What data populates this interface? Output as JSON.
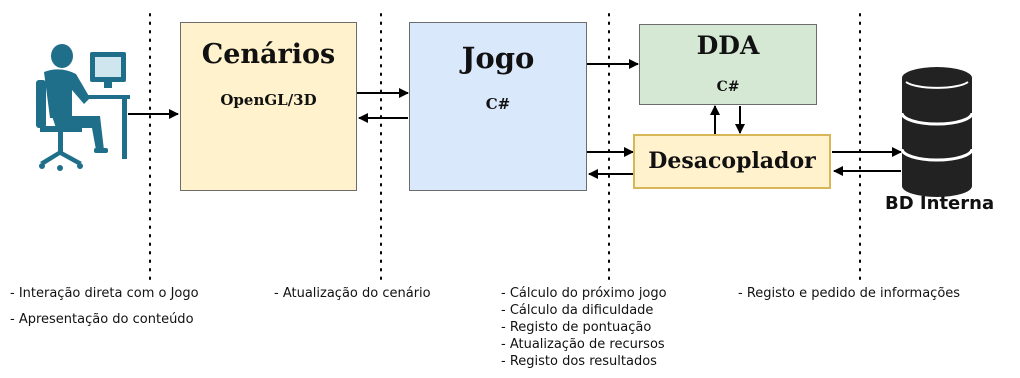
{
  "boxes": {
    "cenarios": {
      "title": "Cenários",
      "subtitle": "OpenGL/3D"
    },
    "jogo": {
      "title": "Jogo",
      "subtitle": "C#"
    },
    "dda": {
      "title": "DDA",
      "subtitle": "C#"
    },
    "desacoplador": {
      "title": "Desacoplador"
    }
  },
  "database": {
    "label": "BD Interna"
  },
  "notes": {
    "col1": [
      "- Interação direta com o Jogo",
      "- Apresentação do conteúdo"
    ],
    "col2": [
      "- Atualização do cenário"
    ],
    "col3": [
      "- Cálculo do próximo jogo",
      "- Cálculo da dificuldade",
      "- Registo de pontuação",
      "- Atualização de recursos",
      "- Registo dos resultados"
    ],
    "col4": [
      "- Registo e pedido de informações"
    ]
  },
  "colors": {
    "cenarios_fill": "#fff2cc",
    "jogo_fill": "#dae8fc",
    "dda_fill": "#d5e8d4",
    "desacoplador_fill": "#fff2cc",
    "desacoplador_border": "#d6b656",
    "user_icon": "#1f6f8b",
    "database_icon": "#222222"
  }
}
